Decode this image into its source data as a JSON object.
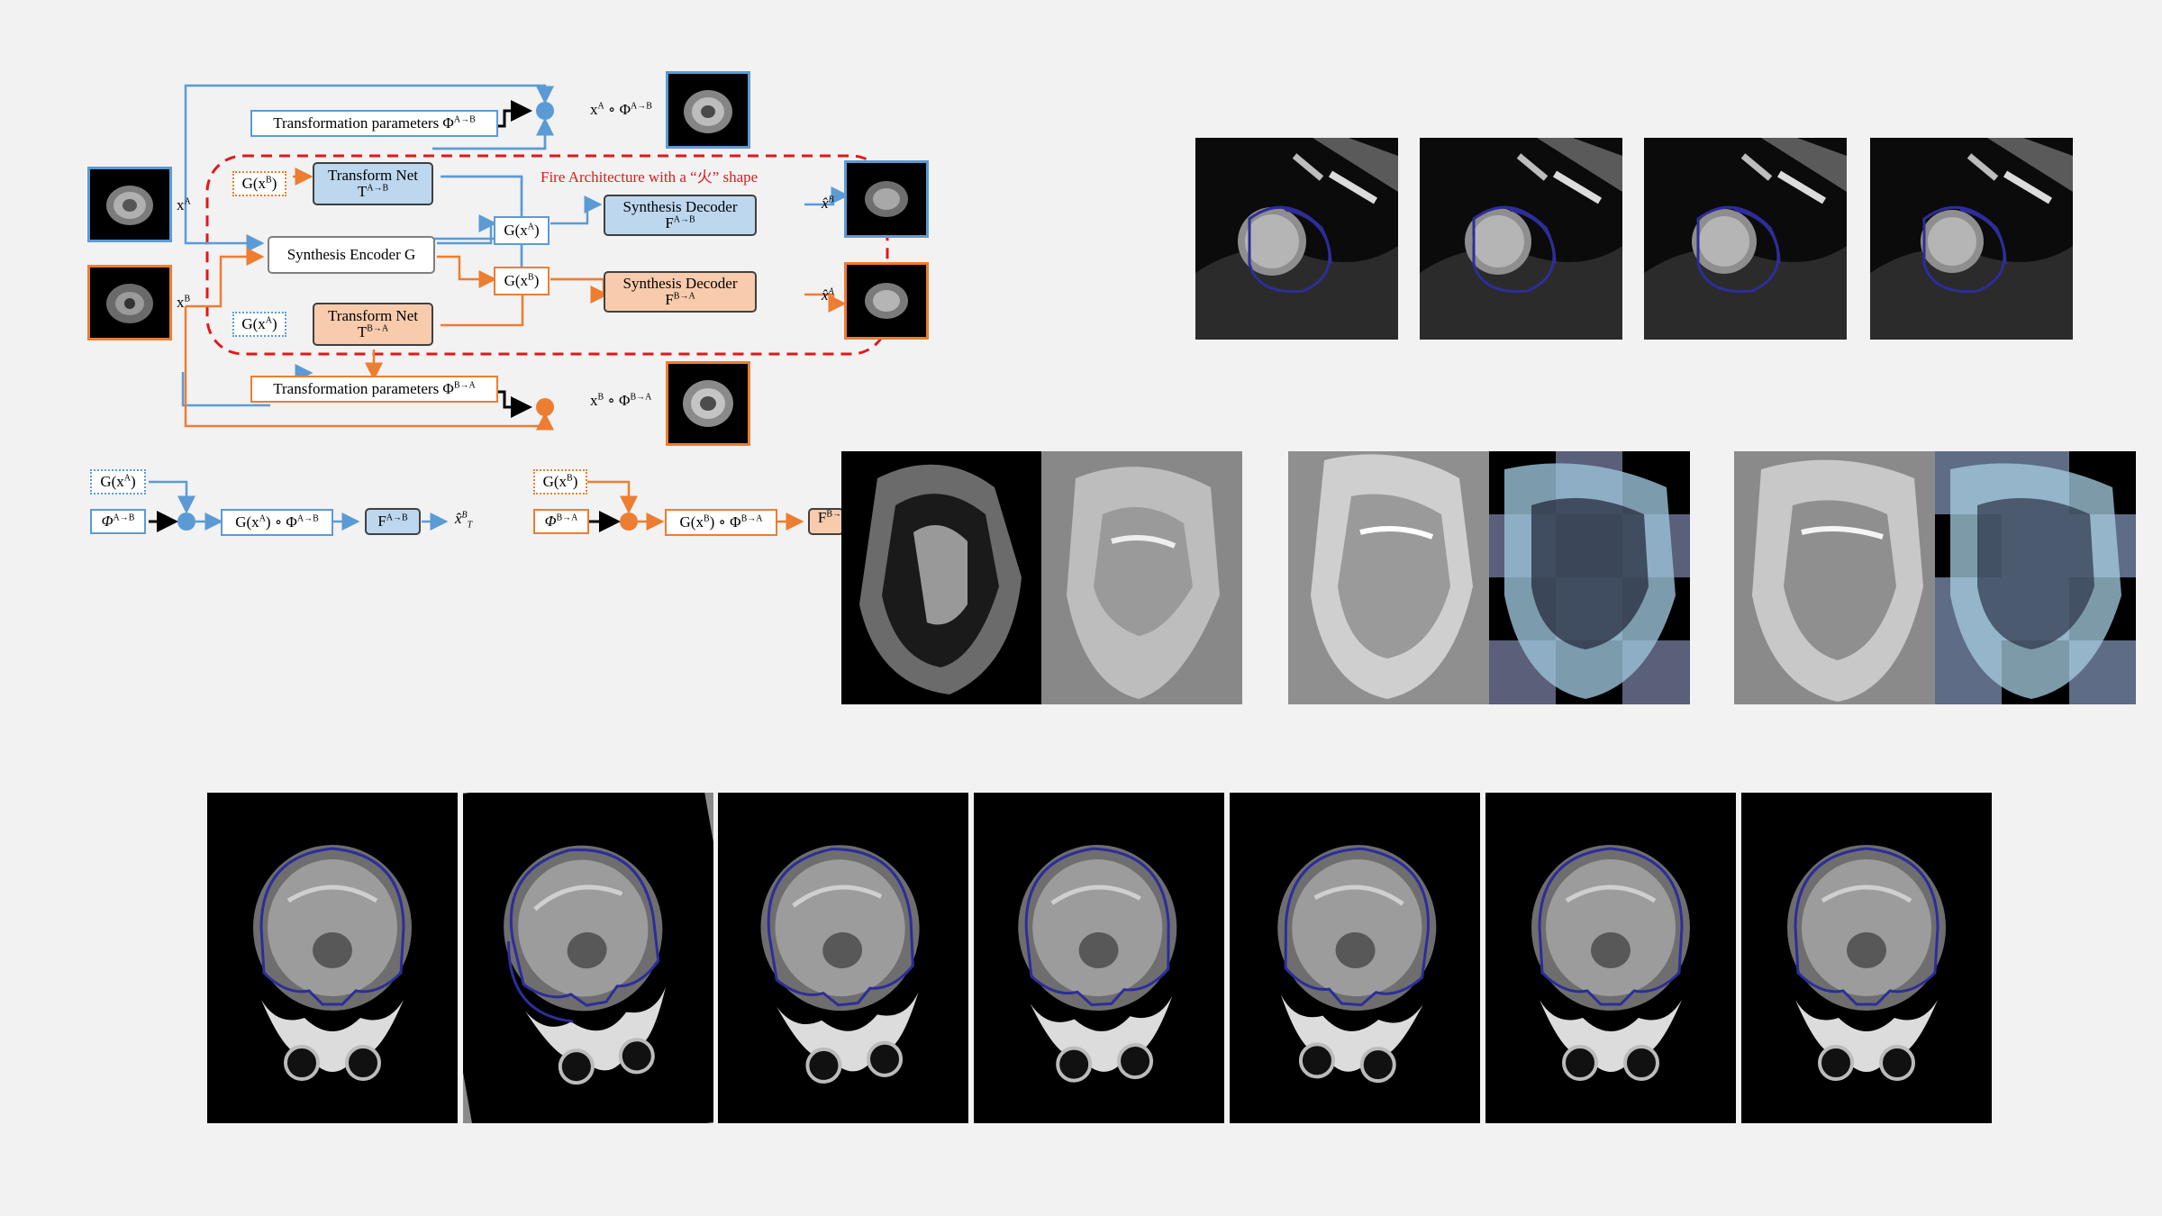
{
  "diagram": {
    "fire_label": "Fire Architecture with a “火” shape",
    "trans_params_ab": "Transformation parameters Φ",
    "trans_params_ab_sup": "A→B",
    "trans_params_ba": "Transformation parameters Φ",
    "trans_params_ba_sup": "B→A",
    "out_ab": "x",
    "out_ab_sup1": "A",
    "out_ab_mid": " ∘ Φ",
    "out_ab_sup2": "A→B",
    "out_ba": "x",
    "out_ba_sup1": "B",
    "out_ba_mid": " ∘ Φ",
    "out_ba_sup2": "B→A",
    "xa": "x",
    "xa_sup": "A",
    "xb": "x",
    "xb_sup": "B",
    "transform_net_top": "Transform Net",
    "transform_net_top_sub": "T",
    "transform_net_top_sup": "A→B",
    "transform_net_bot": "Transform Net",
    "transform_net_bot_sub": "T",
    "transform_net_bot_sup": "B→A",
    "gxb_left": "G(x",
    "gxb_left_sup": "B",
    "gxa_left": "G(x",
    "gxa_left_sup": "A",
    "encoder": "Synthesis Encoder G",
    "gxa_mid": "G(x",
    "gxa_mid_sup": "A",
    "gxb_mid": "G(x",
    "gxb_mid_sup": "B",
    "decoder_ab": "Synthesis Decoder",
    "decoder_ab_sub": "F",
    "decoder_ab_sup": "A→B",
    "decoder_ba": "Synthesis Decoder",
    "decoder_ba_sub": "F",
    "decoder_ba_sup": "B→A",
    "xhat_b": "x̂",
    "xhat_b_sup": "B",
    "xhat_a": "x̂",
    "xhat_a_sup": "A"
  },
  "lower_left": {
    "gxa": "G(x",
    "gxa_sup": "A",
    "phi_ab": "Φ",
    "phi_ab_sup": "A→B",
    "composed": "G(x",
    "composed_sup1": "A",
    "composed_mid": ") ∘ Φ",
    "composed_sup2": "A→B",
    "f_ab": "F",
    "f_ab_sup": "A→B",
    "out": "x̂",
    "out_sup": "B",
    "out_sub": "T"
  },
  "lower_mid": {
    "gxb": "G(x",
    "gxb_sup": "B",
    "phi_ba": "Φ",
    "phi_ba_sup": "B→A",
    "composed": "G(x",
    "composed_sup1": "B",
    "composed_mid": ") ∘ Φ",
    "composed_sup2": "B→A",
    "f_ba": "F",
    "f_ba_sup": "B→"
  },
  "colors": {
    "blue": "#5b9bd5",
    "blue_fill": "#bdd7ee",
    "orange": "#ed7d31",
    "orange_fill": "#f8cbad",
    "red_dash": "#e0191b",
    "contour": "#2d2d9a"
  }
}
